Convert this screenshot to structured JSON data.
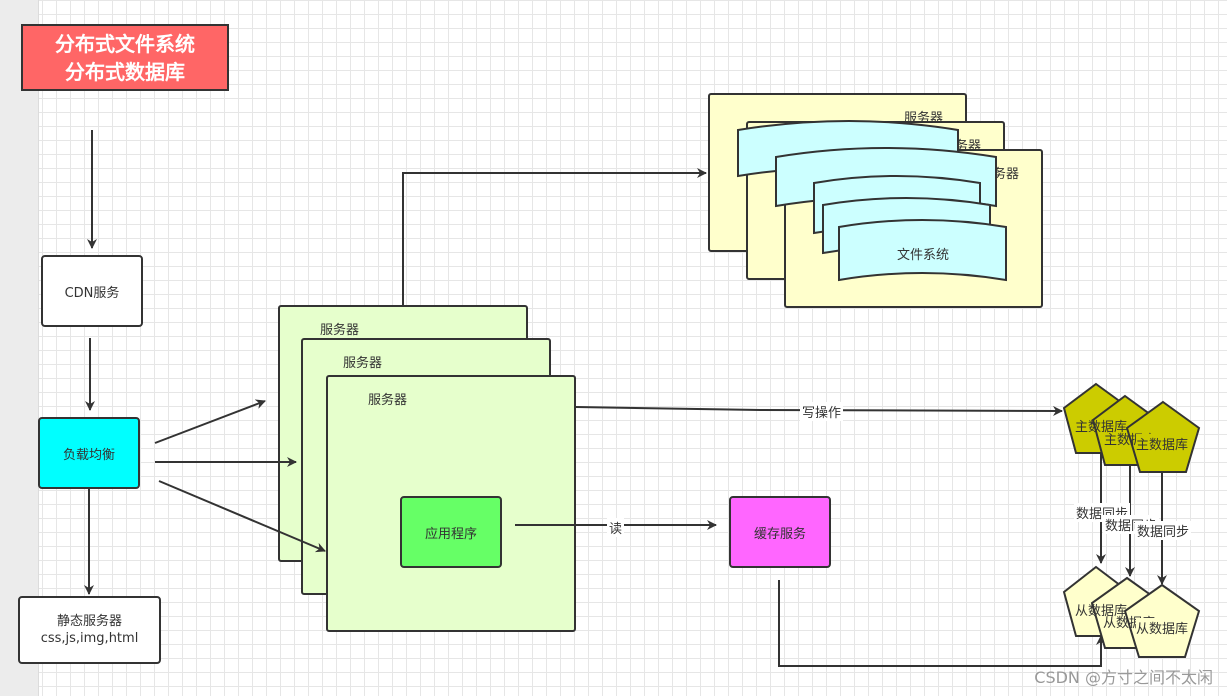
{
  "title": {
    "line1": "分布式文件系统",
    "line2": "分布式数据库"
  },
  "nodes": {
    "cdn": "CDN服务",
    "load_balancer": "负载均衡",
    "static_server": {
      "line1": "静态服务器",
      "line2": "css,js,img,html"
    },
    "app_server": "服务器",
    "application": "应用程序",
    "cache": "缓存服务",
    "fs_server": "服务器",
    "file_system": "文件系统",
    "master_db": "主数据库",
    "slave_db": "从数据库"
  },
  "edges": {
    "write": "写操作",
    "read": "读",
    "sync": "数据同步"
  },
  "watermark": "CSDN @方寸之间不太闲",
  "colors": {
    "title": "#ff6666",
    "load_balancer": "#00ffff",
    "application": "#66ff66",
    "cache": "#ff66ff",
    "app_server": "#e6ffcc",
    "fs_server": "#ffffcc",
    "file_system": "#ccffff",
    "master_db": "#cccc00",
    "slave_db": "#ffffcc"
  }
}
